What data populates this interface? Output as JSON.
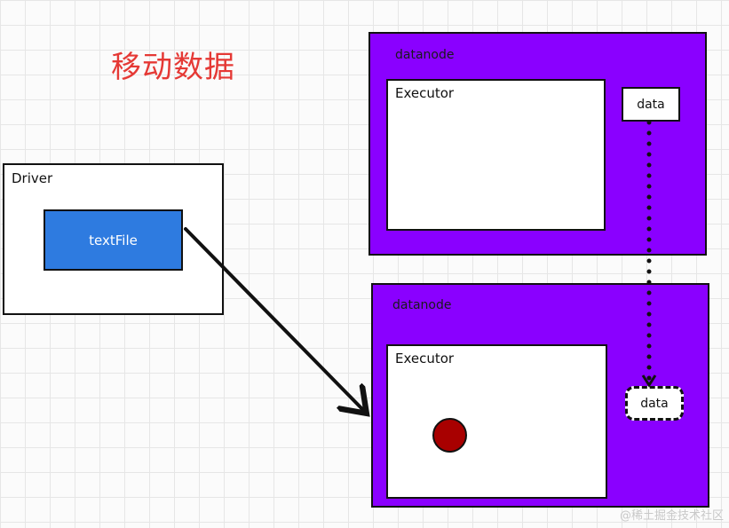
{
  "title": "移动数据",
  "driver": {
    "label": "Driver",
    "textfile_label": "textFile"
  },
  "node_top": {
    "label": "datanode",
    "executor_label": "Executor",
    "data_label": "data"
  },
  "node_bottom": {
    "label": "datanode",
    "executor_label": "Executor",
    "data_label": "data"
  },
  "watermark": "@稀土掘金技术社区",
  "colors": {
    "title": "#e53935",
    "datanode": "#8a00ff",
    "textfile": "#2e7be0",
    "task_dot": "#a80000"
  }
}
